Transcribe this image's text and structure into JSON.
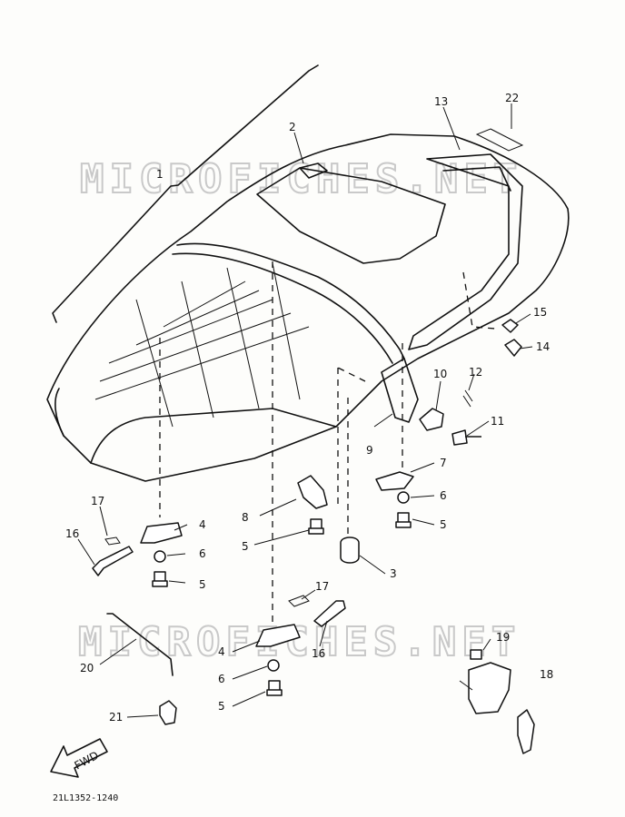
{
  "watermark": "MICROFICHES.NET",
  "diagram_code": "21L1352-1240",
  "fwd_label": "FWD",
  "callouts": {
    "c1": "1",
    "c2": "2",
    "c3": "3",
    "c4a": "4",
    "c4b": "4",
    "c5a": "5",
    "c5b": "5",
    "c5c": "5",
    "c5d": "5",
    "c6a": "6",
    "c6b": "6",
    "c6c": "6",
    "c7": "7",
    "c8": "8",
    "c9": "9",
    "c10": "10",
    "c11": "11",
    "c12": "12",
    "c13": "13",
    "c14": "14",
    "c15": "15",
    "c16a": "16",
    "c16b": "16",
    "c17a": "17",
    "c17b": "17",
    "c18": "18",
    "c19": "19",
    "c20": "20",
    "c21": "21",
    "c22": "22"
  }
}
